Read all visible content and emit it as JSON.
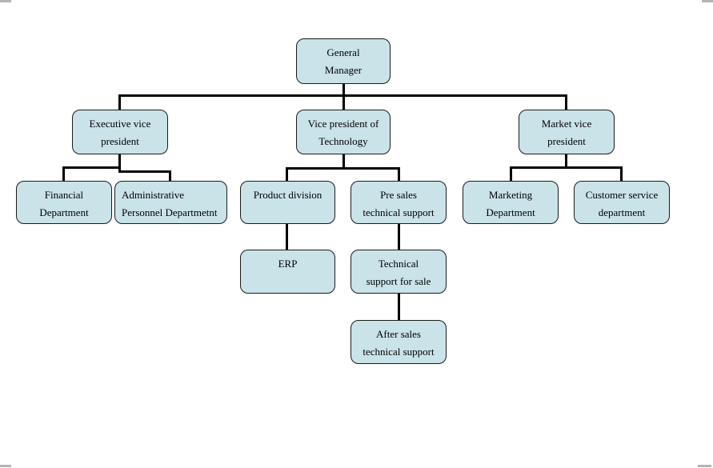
{
  "page": {
    "node_fill": "#c9e3e9",
    "node_border": "#1a1a1a",
    "connector_color": "#000000",
    "corner_mark_color": "#b3b3b3",
    "background": "#ffffff"
  },
  "nodes": {
    "general_manager": {
      "line1": "General",
      "line2": "Manager"
    },
    "executive_vp": {
      "line1": "Executive vice",
      "line2": "president"
    },
    "vp_technology": {
      "line1": "Vice president of",
      "line2": "Technology"
    },
    "market_vp": {
      "line1": "Market vice",
      "line2": "president"
    },
    "financial": {
      "line1": "Financial",
      "line2": "Department"
    },
    "admin_personnel": {
      "line1": "Administrative",
      "line2": "Personnel Departmetnt"
    },
    "product_division": {
      "line1": "Product division",
      "line2": ""
    },
    "pre_sales": {
      "line1": "Pre sales",
      "line2": "technical support"
    },
    "marketing": {
      "line1": "Marketing",
      "line2": "Department"
    },
    "customer_service": {
      "line1": "Customer service",
      "line2": "department"
    },
    "erp": {
      "line1": "ERP",
      "line2": ""
    },
    "tech_support_sale": {
      "line1": "Technical",
      "line2": "support for sale"
    },
    "after_sales": {
      "line1": "After sales",
      "line2": "technical support"
    }
  }
}
